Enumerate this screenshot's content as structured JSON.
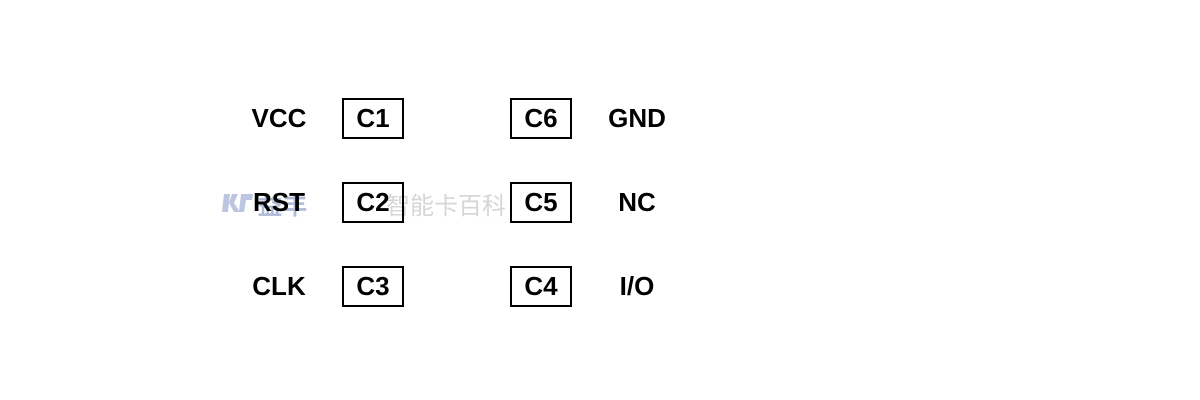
{
  "left_column": [
    {
      "signal": "VCC",
      "pin": "C1"
    },
    {
      "signal": "RST",
      "pin": "C2"
    },
    {
      "signal": "CLK",
      "pin": "C3"
    }
  ],
  "right_column": [
    {
      "pin": "C6",
      "signal": "GND"
    },
    {
      "pin": "C5",
      "signal": "NC"
    },
    {
      "pin": "C4",
      "signal": "I/O"
    }
  ],
  "watermark": {
    "brand": "益丰",
    "text": "智能卡百科"
  },
  "colors": {
    "text": "#000000",
    "border": "#000000",
    "background": "#ffffff",
    "watermark": "#c9cedc"
  }
}
